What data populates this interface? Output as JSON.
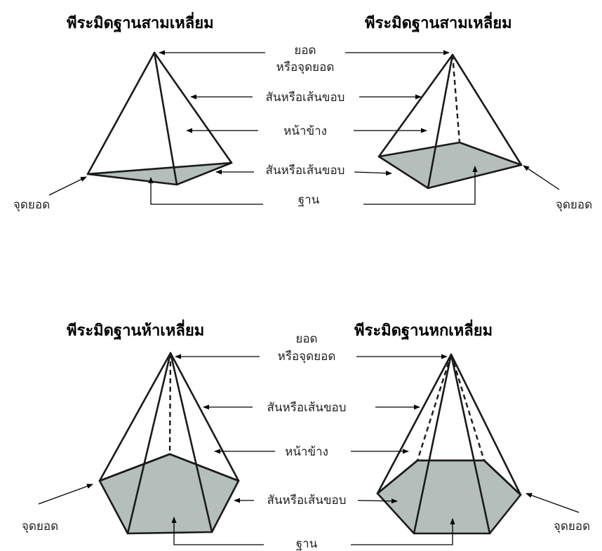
{
  "diagrams": [
    {
      "title": "พีระมิดฐานสามเหลี่ยม"
    },
    {
      "title": "พีระมิดฐานสามเหลี่ยม"
    },
    {
      "title": "พีระมิดฐานห้าเหลี่ยม"
    },
    {
      "title": "พีระมิดฐานหกเหลี่ยม"
    }
  ],
  "labels": {
    "apex_line1": "ยอด",
    "apex_line2": "หรือจุดยอด",
    "edge": "สันหรือเส้นขอบ",
    "face": "หน้าข้าง",
    "base": "ฐาน",
    "vertex": "จุดยอด"
  },
  "colors": {
    "base_fill": "#b4bfbb",
    "line": "#1a1a1a"
  }
}
